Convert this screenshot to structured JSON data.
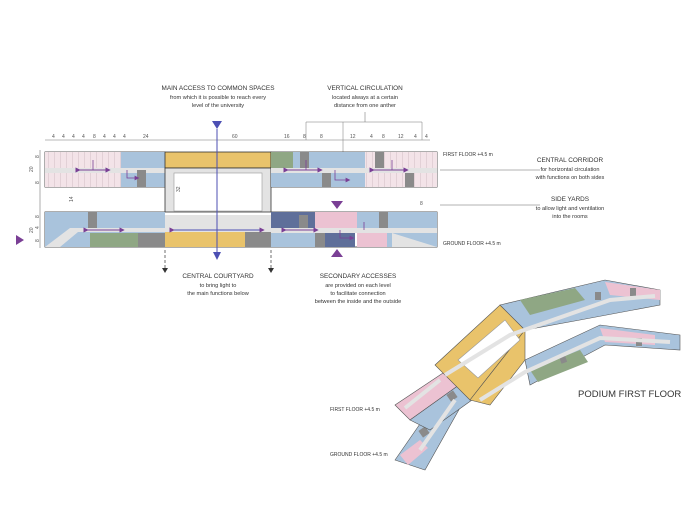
{
  "annotations": {
    "main_access": {
      "title": "MAIN ACCESS TO COMMON SPACES",
      "line1": "from which it is possible to reach every",
      "line2": "level of the university"
    },
    "vertical_circulation": {
      "title": "VERTICAL CIRCULATION",
      "line1": "located always at a certain",
      "line2": "distance from one anther"
    },
    "central_corridor": {
      "title": "CENTRAL CORRIDOR",
      "line1": "for horizontal circulation",
      "line2": "with functions on both sides"
    },
    "side_yards": {
      "title": "SIDE YARDS",
      "line1": "to allow light and ventilation",
      "line2": "into the rooms"
    },
    "central_courtyard": {
      "title": "CENTRAL COURTYARD",
      "line1": "to bring light to",
      "line2": "the main functions below"
    },
    "secondary_accesses": {
      "title": "SECONDARY ACCESSES",
      "line1": "are provided on each level",
      "line2": "to facilitate connection",
      "line3": "between the inside and the outside"
    }
  },
  "floor_labels": {
    "first_floor_plan": "FIRST FLOOR +4.5 m",
    "ground_floor_plan": "GROUND FLOOR +4.5 m",
    "first_floor_axo": "FIRST FLOOR +4.5 m",
    "ground_floor_axo": "GROUND FLOOR +4.5 m"
  },
  "axo_title": "PODIUM FIRST FLOOR",
  "dimensions": {
    "top": [
      "4",
      "4",
      "4",
      "4",
      "8",
      "4",
      "4",
      "4",
      "24",
      "60",
      "16",
      "8",
      "8",
      "12",
      "4",
      "8",
      "12",
      "4",
      "4"
    ],
    "left": [
      "20",
      "8",
      "8",
      "14",
      "20",
      "8",
      "4",
      "8"
    ],
    "inner": [
      "32",
      "8"
    ]
  },
  "colors": {
    "yellow": "#e9c36b",
    "blue": "#a9c3dc",
    "pink": "#ecc2d2",
    "green": "#8fa784",
    "navy": "#5f6f9a",
    "gray": "#8a8a8a",
    "corridor": "#e3e3e3",
    "arrow": "#7a3f95",
    "accent": "#4c4fb3"
  }
}
